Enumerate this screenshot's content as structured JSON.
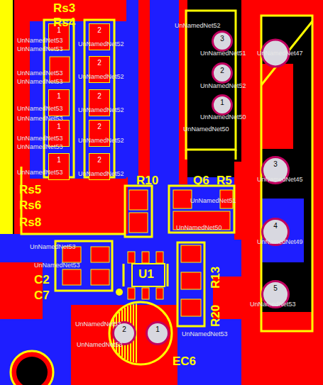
{
  "diagram": {
    "nodes": [
      {
        "text": [
          "1"
        ]
      },
      {
        "text": [
          "2"
        ]
      },
      {
        "text": [
          "2"
        ]
      },
      {
        "text": [
          "1"
        ]
      },
      {
        "text": [
          "2"
        ]
      },
      {
        "text": [
          "1"
        ]
      },
      {
        "text": [
          "2"
        ]
      },
      {
        "text": [
          "1"
        ]
      },
      {
        "text": [
          "2"
        ]
      },
      {
        "text": [
          "3"
        ]
      },
      {
        "text": [
          "2"
        ]
      },
      {
        "text": [
          "1"
        ]
      },
      {
        "text": [
          "3"
        ]
      },
      {
        "text": [
          "4"
        ]
      },
      {
        "text": [
          "5"
        ]
      },
      {
        "text": [
          "2"
        ]
      },
      {
        "text": [
          "1"
        ]
      }
    ],
    "labels": [
      "Rs3",
      "Rs4",
      "UnNamedNet52",
      "UnNamedNet51",
      "UnNamedNet52",
      "UnNamedNet50",
      "UnNamedNet50",
      "UnNamedNet47",
      "UnNamedNet53",
      "UnNamedNet53",
      "UnNamedNet53",
      "UnNamedNet53",
      "UnNamedNet53",
      "UnNamedNet53",
      "UnNamedNet53",
      "UnNamedNet53",
      "UnNamedNet53",
      "UnNamedNet52",
      "UnNamedNet52",
      "UnNamedNet52",
      "UnNamedNet52",
      "UnNamedNet52",
      "Rs5",
      "Rs6",
      "Rs8",
      "R10",
      "Q6",
      "R5",
      "UnNamedNet45",
      "UnNamedNet49",
      "UnNamedNet53",
      "UnNamedNet51",
      "UnNamedNet50",
      "UnNamedNet53",
      "UnNamedNet53",
      "C2",
      "C7",
      "U1",
      "R13",
      "R20",
      "UnNamedNet53",
      "UnNamedNet53",
      "UnNamedNet53",
      "EC6"
    ]
  }
}
